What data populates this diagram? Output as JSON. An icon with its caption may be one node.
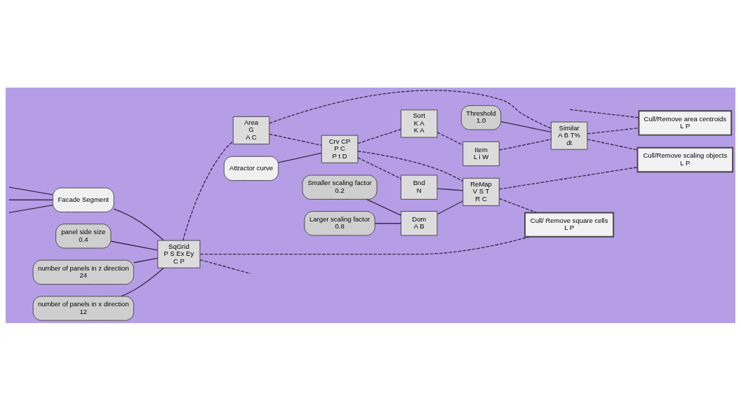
{
  "diagram": {
    "nodes": [
      {
        "text": [
          "Facade Segment"
        ]
      },
      {
        "text": [
          "panel side size",
          "0.4"
        ]
      },
      {
        "text": [
          "number of panels in z direction",
          "24"
        ]
      },
      {
        "text": [
          "number of panels in x direction",
          "12"
        ]
      },
      {
        "text": [
          "Attractor curve"
        ]
      },
      {
        "text": [
          "SqGrid",
          "P S Ex Ey",
          "C P"
        ]
      },
      {
        "text": [
          "Area",
          "G",
          "A C"
        ]
      },
      {
        "text": [
          "Crv CP",
          "P C",
          "P t D"
        ]
      },
      {
        "text": [
          "Threshold",
          "1.0"
        ]
      },
      {
        "text": [
          "Sort",
          "K A",
          "K A"
        ]
      },
      {
        "text": [
          "Item",
          "L i W"
        ]
      },
      {
        "text": [
          "Similar",
          "A B T%",
          "dt"
        ]
      },
      {
        "text": [
          "Bnd",
          "N"
        ]
      },
      {
        "text": [
          "ReMap",
          "V S T",
          "R C"
        ]
      },
      {
        "text": [
          "Smaller scaling factor",
          "0.2"
        ]
      },
      {
        "text": [
          "Larger scaling factor",
          "0.8"
        ]
      },
      {
        "text": [
          "Dom",
          "A B"
        ]
      },
      {
        "text": [
          "Cull/Remove area centroids",
          "L P"
        ]
      },
      {
        "text": [
          "Cull/Remove scaling objects",
          "L P"
        ]
      },
      {
        "text": [
          "Cull/ Remove square cells",
          "L P"
        ]
      }
    ],
    "edges": [
      {
        "from": null,
        "to": 0,
        "arrow": "none"
      },
      {
        "from": null,
        "to": 0,
        "arrow": "none"
      },
      {
        "from": null,
        "to": 0,
        "arrow": "none"
      },
      {
        "from": 0,
        "to": 5,
        "arrow": "none"
      },
      {
        "from": 1,
        "to": 5,
        "arrow": "none"
      },
      {
        "from": 2,
        "to": 5,
        "arrow": "none"
      },
      {
        "from": 3,
        "to": 5,
        "arrow": "none"
      },
      {
        "from": 4,
        "to": 7,
        "arrow": "none"
      },
      {
        "from": 5,
        "to": null,
        "arrow": "none",
        "style": "dashed"
      },
      {
        "from": 5,
        "to": 6,
        "arrow": "none",
        "style": "dashed"
      },
      {
        "from": 5,
        "to": 19,
        "arrow": "none",
        "style": "dashed"
      },
      {
        "from": 6,
        "to": 7,
        "arrow": "none",
        "style": "dashed"
      },
      {
        "from": 6,
        "to": 11,
        "arrow": "none",
        "style": "dashed"
      },
      {
        "from": 8,
        "to": 11,
        "arrow": "none"
      },
      {
        "from": 7,
        "to": 9,
        "arrow": "none",
        "style": "dashed"
      },
      {
        "from": 7,
        "to": 12,
        "arrow": "none",
        "style": "dashed"
      },
      {
        "from": 7,
        "to": 13,
        "arrow": "none",
        "style": "dashed"
      },
      {
        "from": 9,
        "to": 10,
        "arrow": "none",
        "style": "dashed"
      },
      {
        "from": 10,
        "to": 11,
        "arrow": "none",
        "style": "dashed"
      },
      {
        "from": 12,
        "to": 13,
        "arrow": "none"
      },
      {
        "from": 14,
        "to": 16,
        "arrow": "none"
      },
      {
        "from": 15,
        "to": 16,
        "arrow": "none"
      },
      {
        "from": 16,
        "to": 13,
        "arrow": "none"
      },
      {
        "from": null,
        "to": 17,
        "arrow": "none",
        "style": "dashed"
      },
      {
        "from": 11,
        "to": 17,
        "arrow": "none",
        "style": "dashed"
      },
      {
        "from": 11,
        "to": 18,
        "arrow": "none",
        "style": "dashed"
      },
      {
        "from": 13,
        "to": 18,
        "arrow": "none",
        "style": "dashed"
      },
      {
        "from": 13,
        "to": 19,
        "arrow": "none",
        "style": "dashed"
      }
    ]
  }
}
